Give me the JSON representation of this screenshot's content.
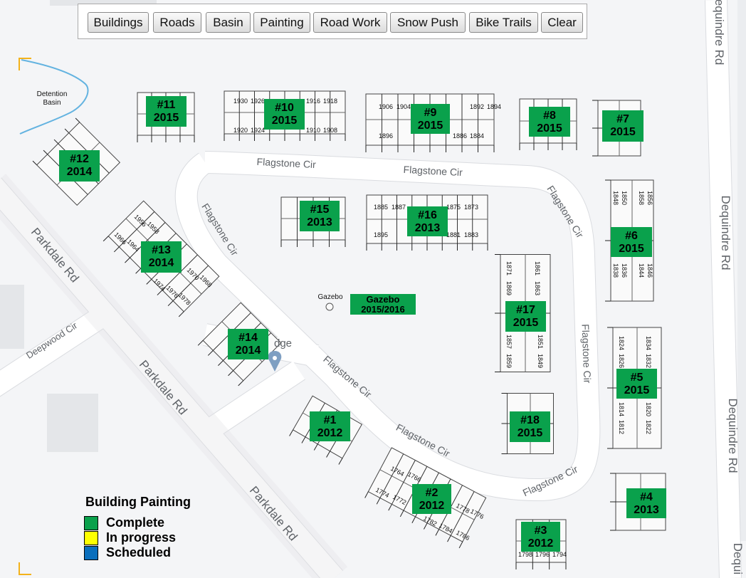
{
  "toolbar": {
    "buttons": [
      "Buildings",
      "Roads",
      "Basin",
      "Painting",
      "Road Work",
      "Snow Push",
      "Bike Trails",
      "Clear"
    ]
  },
  "map_labels": {
    "detention_basin": [
      "Detention",
      "Basin"
    ],
    "gazebo": "Gazebo",
    "lodge_partial": "dge",
    "streets": {
      "flagstone_cir": "Flagstone Cir",
      "parkdale_rd": "Parkdale Rd",
      "deepwood_cir": "Deepwood Cir",
      "dequindre_rd": "Dequindre Rd",
      "dequindre_rd_partial_top": "equindre Rd",
      "dequindre_rd_partial_bottom": "Dequi"
    }
  },
  "buildings": [
    {
      "number": "#1",
      "year": "2012",
      "status": "Complete"
    },
    {
      "number": "#2",
      "year": "2012",
      "status": "Complete"
    },
    {
      "number": "#3",
      "year": "2012",
      "status": "Complete"
    },
    {
      "number": "#4",
      "year": "2013",
      "status": "Complete"
    },
    {
      "number": "#5",
      "year": "2015",
      "status": "Complete"
    },
    {
      "number": "#6",
      "year": "2015",
      "status": "Complete"
    },
    {
      "number": "#7",
      "year": "2015",
      "status": "Complete"
    },
    {
      "number": "#8",
      "year": "2015",
      "status": "Complete"
    },
    {
      "number": "#9",
      "year": "2015",
      "status": "Complete"
    },
    {
      "number": "#10",
      "year": "2015",
      "status": "Complete"
    },
    {
      "number": "#11",
      "year": "2015",
      "status": "Complete"
    },
    {
      "number": "#12",
      "year": "2014",
      "status": "Complete"
    },
    {
      "number": "#13",
      "year": "2014",
      "status": "Complete"
    },
    {
      "number": "#14",
      "year": "2014",
      "status": "Complete"
    },
    {
      "number": "#15",
      "year": "2013",
      "status": "Complete"
    },
    {
      "number": "#16",
      "year": "2013",
      "status": "Complete"
    },
    {
      "number": "#17",
      "year": "2015",
      "status": "Complete"
    },
    {
      "number": "#18",
      "year": "2015",
      "status": "Complete"
    }
  ],
  "gazebo_label": [
    "Gazebo",
    "2015/2016"
  ],
  "unit_numbers": {
    "b10": [
      "1930",
      "1926",
      "1916",
      "1918",
      "1920",
      "1924",
      "1910",
      "1908"
    ],
    "b9": [
      "1906",
      "1904",
      "1892",
      "1894",
      "1896",
      "1886",
      "1884"
    ],
    "b16": [
      "1885",
      "1887",
      "1875",
      "1873",
      "1895",
      "1881",
      "1883"
    ],
    "b17": [
      "1871",
      "1869",
      "1861",
      "1863",
      "1857",
      "1859",
      "1851",
      "1849"
    ],
    "b6": [
      "1848",
      "1850",
      "1858",
      "1856",
      "1838",
      "1836",
      "1844",
      "1846"
    ],
    "b5": [
      "1824",
      "1826",
      "1834",
      "1832",
      "1814",
      "1812",
      "1820",
      "1822"
    ],
    "b3": [
      "1798",
      "1796",
      "1794"
    ],
    "b2": [
      "1764",
      "1766",
      "1774",
      "1772",
      "1778",
      "1776",
      "1782",
      "1784",
      "1786"
    ],
    "b13": [
      "1956",
      "1958",
      "1966",
      "1964",
      "1970",
      "1968",
      "1974",
      "1976",
      "1978"
    ]
  },
  "legend": {
    "title": "Building Painting",
    "items": [
      {
        "label": "Complete",
        "color": "#0aa14c"
      },
      {
        "label": "In progress",
        "color": "#ffff00"
      },
      {
        "label": "Scheduled",
        "color": "#0a6fbd"
      }
    ]
  },
  "colors": {
    "complete": "#0aa14c",
    "in_progress": "#ffff00",
    "scheduled": "#0a6fbd",
    "basin": "#63b3e0",
    "road": "#ffffff",
    "background": "#f4f5f7"
  }
}
